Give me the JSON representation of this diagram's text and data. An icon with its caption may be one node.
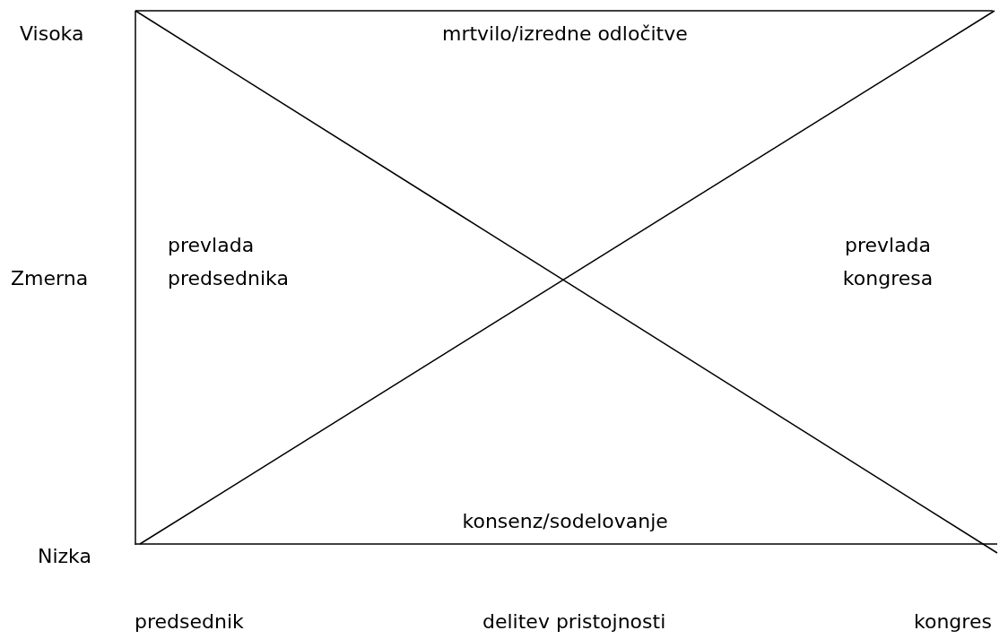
{
  "diagram": {
    "labels": [
      "Visoka",
      "mrtvilo/izredne odločitve",
      "Zmerna",
      "prevlada predsednika",
      "prevlada kongresa",
      "konsenz/sodelovanje",
      "Nizka",
      "predsednik",
      "delitev pristojnosti",
      "kongres"
    ]
  }
}
